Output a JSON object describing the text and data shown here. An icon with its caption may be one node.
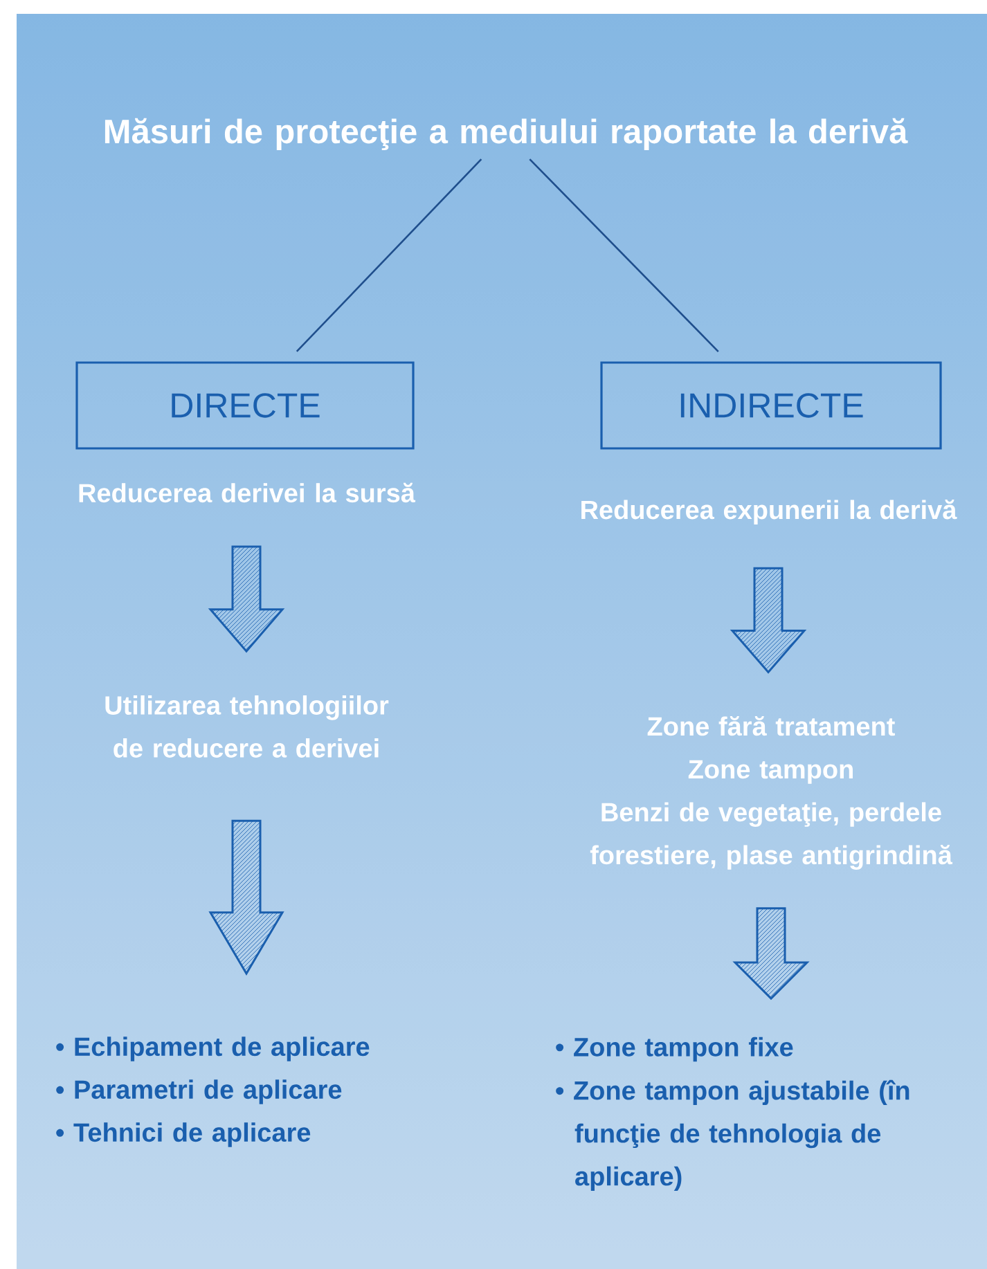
{
  "diagram": {
    "nodes": [
      {
        "text": [
          "Măsuri de protecţie a mediului raportate la derivă"
        ]
      },
      {
        "text": [
          "DIRECTE"
        ]
      },
      {
        "text": [
          "INDIRECTE"
        ]
      },
      {
        "text": [
          "Reducerea derivei la sursă"
        ]
      },
      {
        "text": [
          "Reducerea expunerii la derivă"
        ]
      },
      {
        "text": [
          "Utilizarea tehnologiilor de reducere a derivei"
        ]
      },
      {
        "text": [
          "Zone fără tratament",
          "Zone tampon",
          "Benzi de vegetaţie, perdele forestiere, plase antigrindină"
        ]
      },
      {
        "text": [
          "• Echipament de aplicare",
          "• Parametri de aplicare",
          "• Tehnici de aplicare"
        ]
      },
      {
        "text": [
          "• Zone tampon fixe",
          "• Zone tampon ajustabile (în funcţie de tehnologia de aplicare)"
        ]
      }
    ],
    "edges": [
      {
        "from": 0,
        "to": 1,
        "arrow": "none"
      },
      {
        "from": 0,
        "to": 2,
        "arrow": "none"
      },
      {
        "from": 3,
        "to": 5,
        "arrow": "to",
        "style": "thick"
      },
      {
        "from": 4,
        "to": 6,
        "arrow": "to",
        "style": "thick"
      },
      {
        "from": 5,
        "to": 7,
        "arrow": "to",
        "style": "thick"
      },
      {
        "from": 6,
        "to": 8,
        "arrow": "to",
        "style": "thick"
      }
    ]
  }
}
